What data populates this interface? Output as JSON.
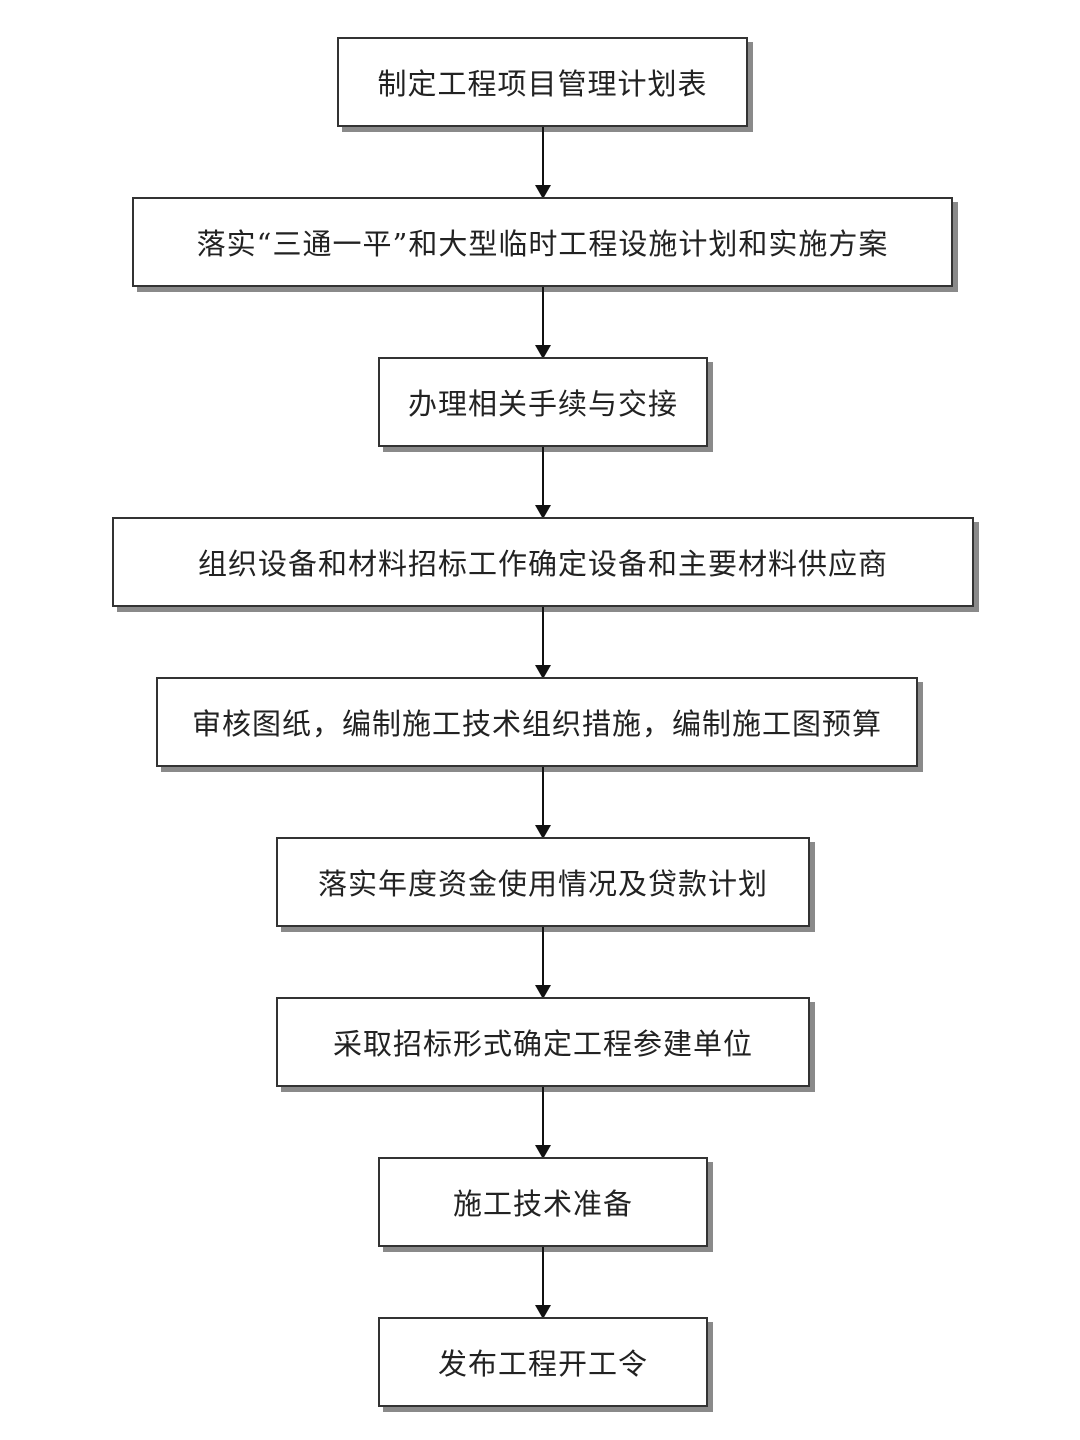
{
  "flowchart": {
    "steps": [
      {
        "label": "制定工程项目管理计划表"
      },
      {
        "label": "落实“三通一平”和大型临时工程设施计划和实施方案"
      },
      {
        "label": "办理相关手续与交接"
      },
      {
        "label": "组织设备和材料招标工作确定设备和主要材料供应商"
      },
      {
        "label": "审核图纸，编制施工技术组织措施，编制施工图预算"
      },
      {
        "label": "落实年度资金使用情况及贷款计划"
      },
      {
        "label": "采取招标形式确定工程参建单位"
      },
      {
        "label": "施工技术准备"
      },
      {
        "label": "发布工程开工令"
      }
    ],
    "colors": {
      "border": "#333333",
      "shadow": "#8a8a8a",
      "arrow": "#111111",
      "text": "#222222"
    }
  }
}
